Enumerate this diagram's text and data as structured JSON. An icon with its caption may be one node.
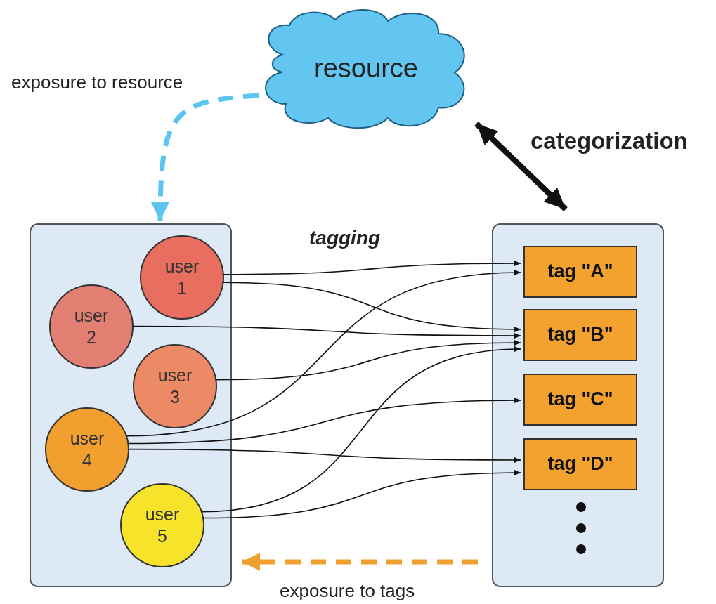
{
  "diagram": {
    "nodes": [
      {
        "text": [
          "resource"
        ]
      },
      {
        "text": [],
        "shape": "box"
      },
      {
        "text": [
          "user 1"
        ],
        "in": 1
      },
      {
        "text": [
          "user 2"
        ],
        "in": 1
      },
      {
        "text": [
          "user 3"
        ],
        "in": 1
      },
      {
        "text": [
          "user 4"
        ],
        "in": 1
      },
      {
        "text": [
          "user 5"
        ],
        "in": 1
      },
      {
        "text": [],
        "shape": "box"
      },
      {
        "text": [
          "tag \"A\""
        ],
        "in": 7
      },
      {
        "text": [
          "tag \"B\""
        ],
        "in": 7
      },
      {
        "text": [
          "tag \"C\""
        ],
        "in": 7
      },
      {
        "text": [
          "tag \"D\""
        ],
        "in": 7
      }
    ],
    "edges": [
      {
        "from": 0,
        "to": 1,
        "arrow": "to",
        "label": "exposure to resource",
        "style": "dashed",
        "color": "#5bc4ef"
      },
      {
        "from": 0,
        "to": 7,
        "arrow": "both",
        "label": "categorization",
        "style": "thick"
      },
      {
        "from": 7,
        "to": 1,
        "arrow": "to",
        "label": "exposure to tags",
        "style": "dashed",
        "color": "#f0a030"
      },
      {
        "from": 2,
        "to": 8,
        "arrow": "to"
      },
      {
        "from": 2,
        "to": 9,
        "arrow": "to"
      },
      {
        "from": 3,
        "to": 9,
        "arrow": "to"
      },
      {
        "from": 4,
        "to": 9,
        "arrow": "to"
      },
      {
        "from": 5,
        "to": 8,
        "arrow": "to"
      },
      {
        "from": 5,
        "to": 10,
        "arrow": "to"
      },
      {
        "from": 5,
        "to": 11,
        "arrow": "to"
      },
      {
        "from": 6,
        "to": 9,
        "arrow": "to"
      },
      {
        "from": 6,
        "to": 11,
        "arrow": "to"
      }
    ],
    "labels": [
      "tagging"
    ]
  }
}
